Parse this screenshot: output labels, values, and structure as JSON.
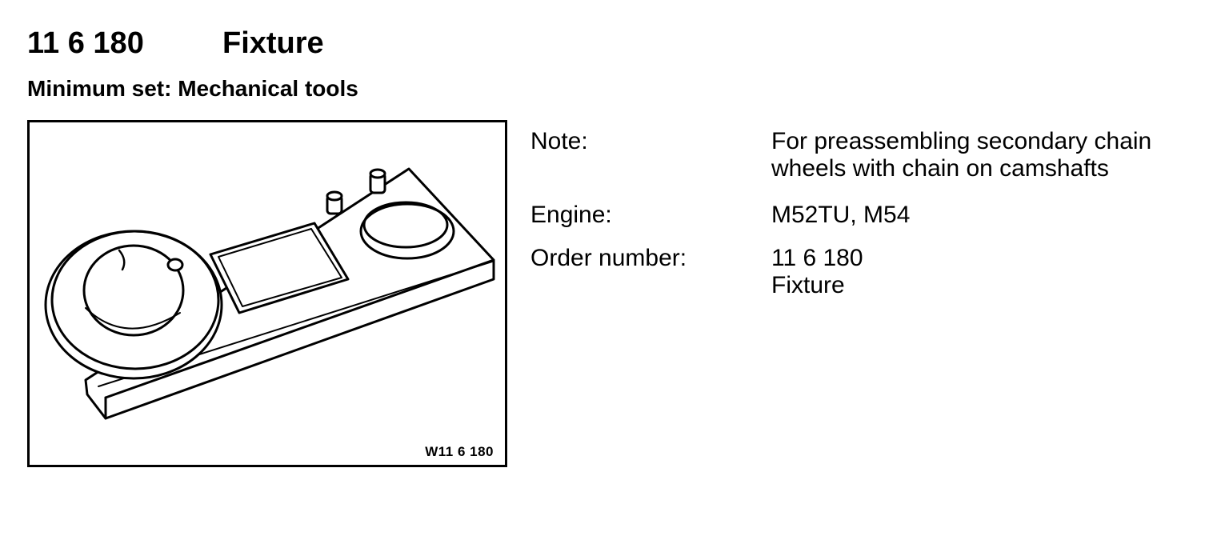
{
  "header": {
    "code": "11 6 180",
    "name": "Fixture",
    "subtitle": "Minimum set: Mechanical tools"
  },
  "figure": {
    "label": "W11 6 180",
    "depicts": "fixture-plate-drawing"
  },
  "details": {
    "note": {
      "key": "Note:",
      "lines": [
        "For preassembling secondary chain",
        "wheels with chain on camshafts"
      ]
    },
    "engine": {
      "key": "Engine:",
      "value": "M52TU, M54"
    },
    "order": {
      "key": "Order number:",
      "lines": [
        "11 6 180",
        "Fixture"
      ]
    }
  }
}
